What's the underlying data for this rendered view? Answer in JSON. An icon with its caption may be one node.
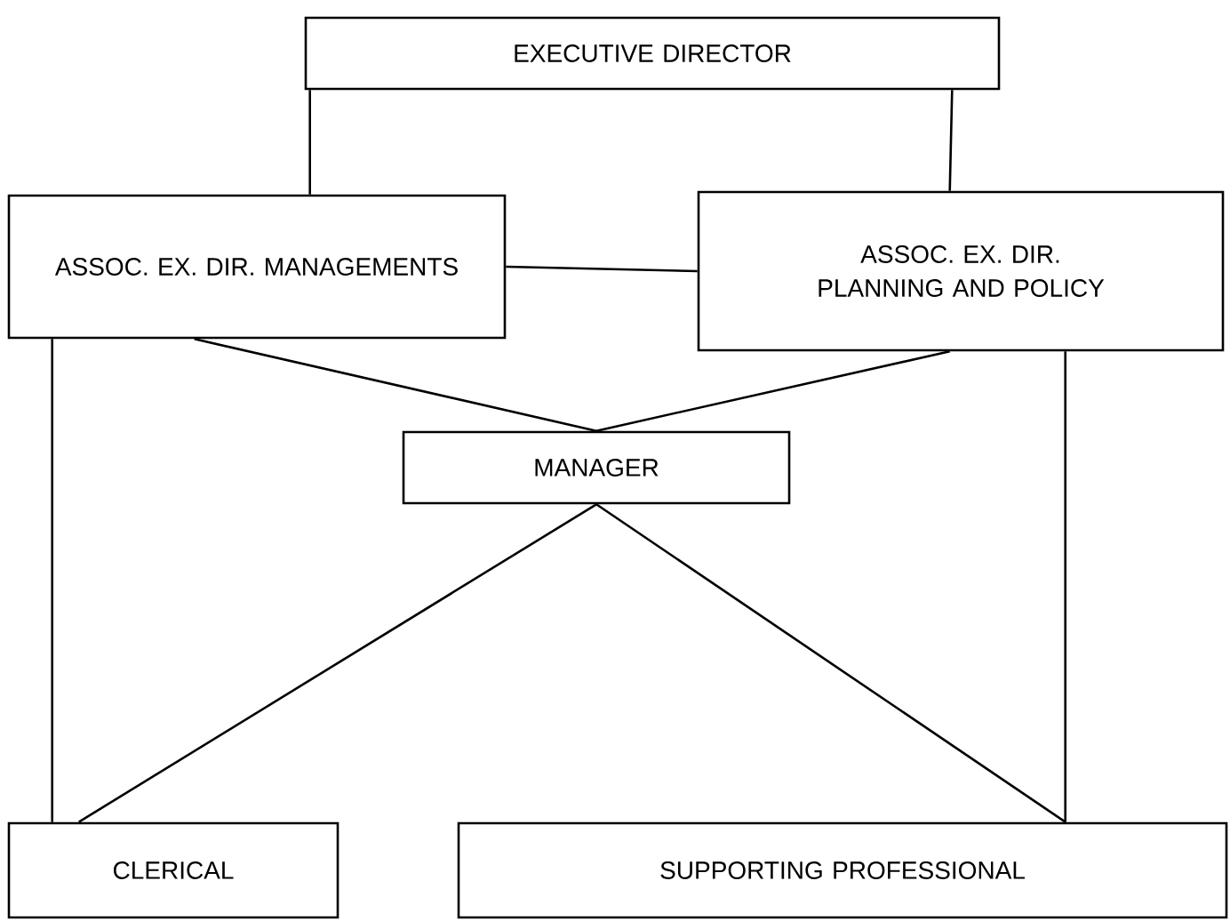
{
  "diagram": {
    "nodes": [
      {
        "text": [
          "EXECUTIVE DIRECTOR"
        ]
      },
      {
        "text": [
          "ASSOC. EX. DIR. MANAGEMENTS"
        ]
      },
      {
        "text": [
          "ASSOC. EX. DIR. PLANNING AND POLICY"
        ]
      },
      {
        "text": [
          "MANAGER"
        ]
      },
      {
        "text": [
          "CLERICAL"
        ]
      },
      {
        "text": [
          "SUPPORTING PROFESSIONAL"
        ]
      }
    ],
    "edges": [
      {
        "from": 0,
        "to": 1,
        "arrow": "none"
      },
      {
        "from": 0,
        "to": 2,
        "arrow": "none"
      },
      {
        "from": 1,
        "to": 2,
        "arrow": "none"
      },
      {
        "from": 1,
        "to": 3,
        "arrow": "none"
      },
      {
        "from": 2,
        "to": 3,
        "arrow": "none"
      },
      {
        "from": 1,
        "to": 4,
        "arrow": "none"
      },
      {
        "from": 2,
        "to": 5,
        "arrow": "none"
      },
      {
        "from": 3,
        "to": 4,
        "arrow": "none"
      },
      {
        "from": 3,
        "to": 5,
        "arrow": "none"
      }
    ]
  }
}
